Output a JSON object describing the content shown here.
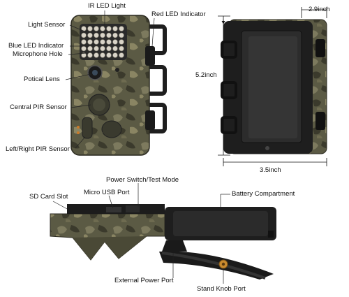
{
  "labels": {
    "ir_led_light": "IR LED Light",
    "red_led_indicator": "Red LED Indicator",
    "light_sensor": "Light Sensor",
    "blue_led_indicator": "Blue LED Indicator",
    "microphone_hole": "Microphone Hole",
    "optical_lens": "Potical Lens",
    "central_pir_sensor": "Central PIR Sensor",
    "left_right_pir_sensor": "Left/Right PIR Sensor",
    "power_switch": "Power Switch/Test Mode",
    "micro_usb_port": "Micro USB Port",
    "sd_card_slot": "SD Card Slot",
    "battery_compartment": "Battery Compartment",
    "external_power_port": "External Power Port",
    "stand_knob_port": "Stand Knob Port"
  },
  "dimensions": {
    "depth": "2.9inch",
    "height": "5.2inch",
    "width": "3.5inch"
  },
  "colors": {
    "camo_base": "#5b5a44",
    "camo_dark": "#3b3a2c",
    "camo_light": "#7d7a5e",
    "housing_black": "#1e1e1e",
    "pointer_red": "#c0392b",
    "knob_gold": "#c98a2e"
  }
}
